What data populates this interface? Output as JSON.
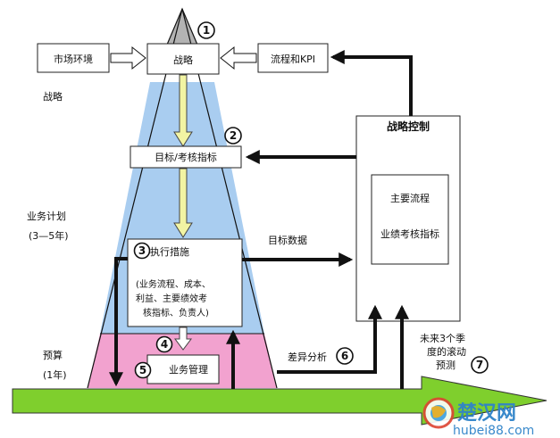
{
  "left_labels": {
    "strategy": "战略",
    "business_plan": "业务计划",
    "business_plan_years": "(3—5年)",
    "budget": "预算",
    "budget_years": "(1年)"
  },
  "boxes": {
    "market": "市场环境",
    "strategy": "战略",
    "process_kpi": "流程和KPI",
    "goals": "目标/考核指标",
    "execution_title": "执行措施",
    "execution_detail_1": "(业务流程、成本、",
    "execution_detail_2": "利益、主要绩效考",
    "execution_detail_3": "核指标、负责人)",
    "biz_mgmt": "业务管理",
    "control_title": "战略控制",
    "control_inner_1": "主要流程",
    "control_inner_2": "业绩考核指标"
  },
  "arrow_labels": {
    "target_data": "目标数据",
    "variance": "差异分析",
    "forecast_1": "未来3个季",
    "forecast_2": "度的滚动",
    "forecast_3": "预测"
  },
  "numbers": [
    "1",
    "2",
    "3",
    "4",
    "5",
    "6",
    "7"
  ],
  "watermark": {
    "text": "楚汉网",
    "url": "hubei88.com"
  },
  "colors": {
    "triangle_top": "#b3b3b3",
    "band_blue": "#a9cdf0",
    "band_pink": "#f2a2cf",
    "green_arrow": "#7fcf2d",
    "down_arrow": "#f2f4a3",
    "outline": "#111111"
  }
}
